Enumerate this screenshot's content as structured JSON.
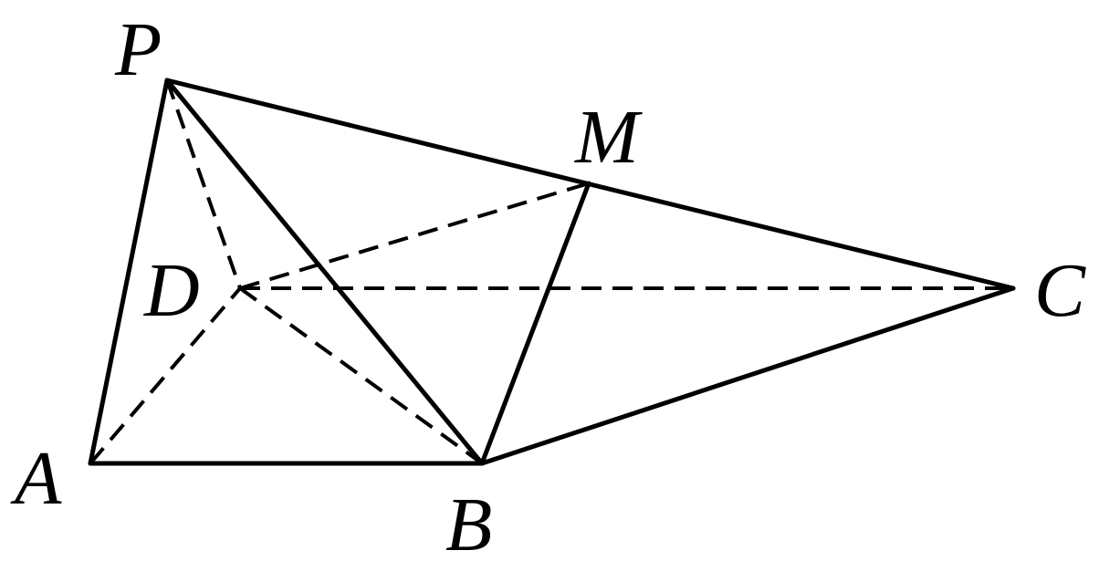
{
  "labels": {
    "P": "P",
    "M": "M",
    "D": "D",
    "C": "C",
    "A": "A",
    "B": "B"
  },
  "colors": {
    "stroke": "#000000",
    "background": "#ffffff"
  },
  "edges": {
    "solid": [
      "PA",
      "PB",
      "PC",
      "AB",
      "BC",
      "BM"
    ],
    "dashed": [
      "PD",
      "AD",
      "BD",
      "CD",
      "DM"
    ]
  }
}
